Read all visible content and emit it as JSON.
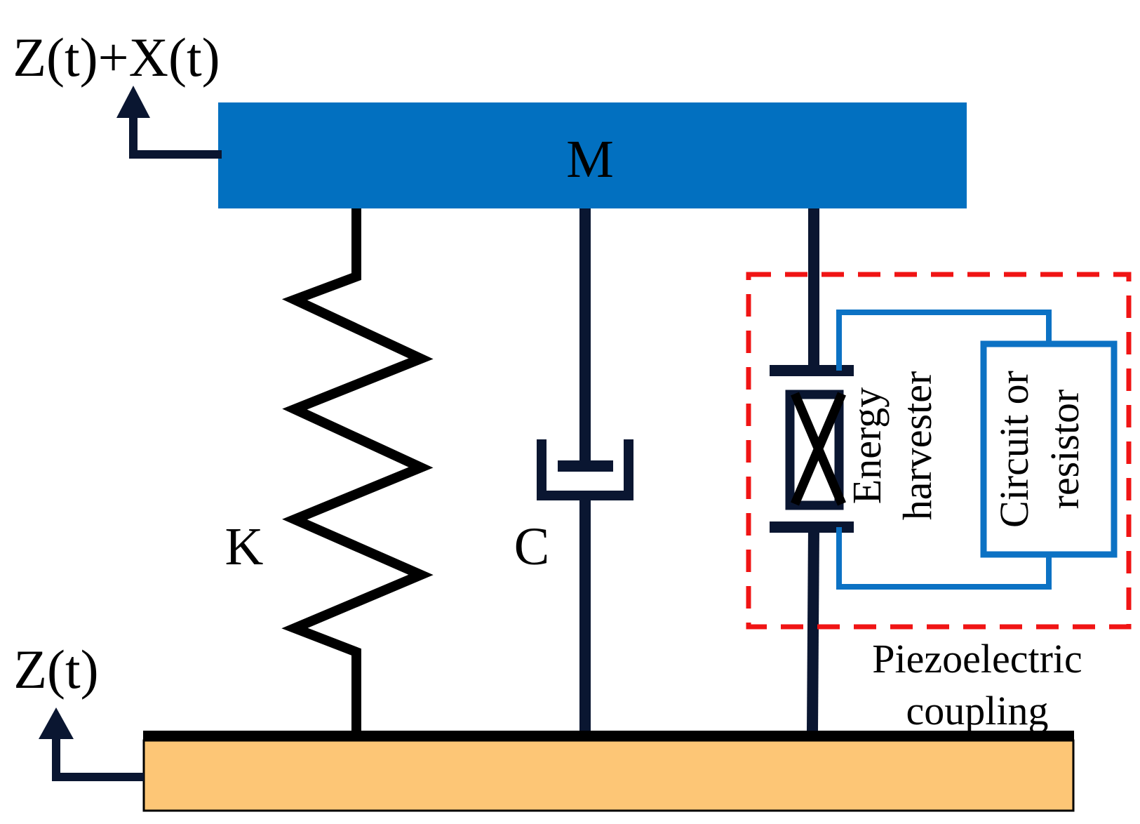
{
  "labels": {
    "top_displacement": "Z(t)+X(t)",
    "base_displacement": "Z(t)",
    "mass": "M",
    "stiffness": "K",
    "damping": "C",
    "harvester_line1": "Energy",
    "harvester_line2": "harvester",
    "circuit_line1": "Circuit or",
    "circuit_line2": "resistor",
    "coupling_line1": "Piezoelectric",
    "coupling_line2": "coupling"
  },
  "colors": {
    "mass_fill": "#0270C0",
    "base_fill": "#FDC676",
    "structure_stroke": "#0A1631",
    "circuit_stroke": "#0C72C4",
    "coupling_box_stroke": "#F01414",
    "text": "#000000"
  }
}
